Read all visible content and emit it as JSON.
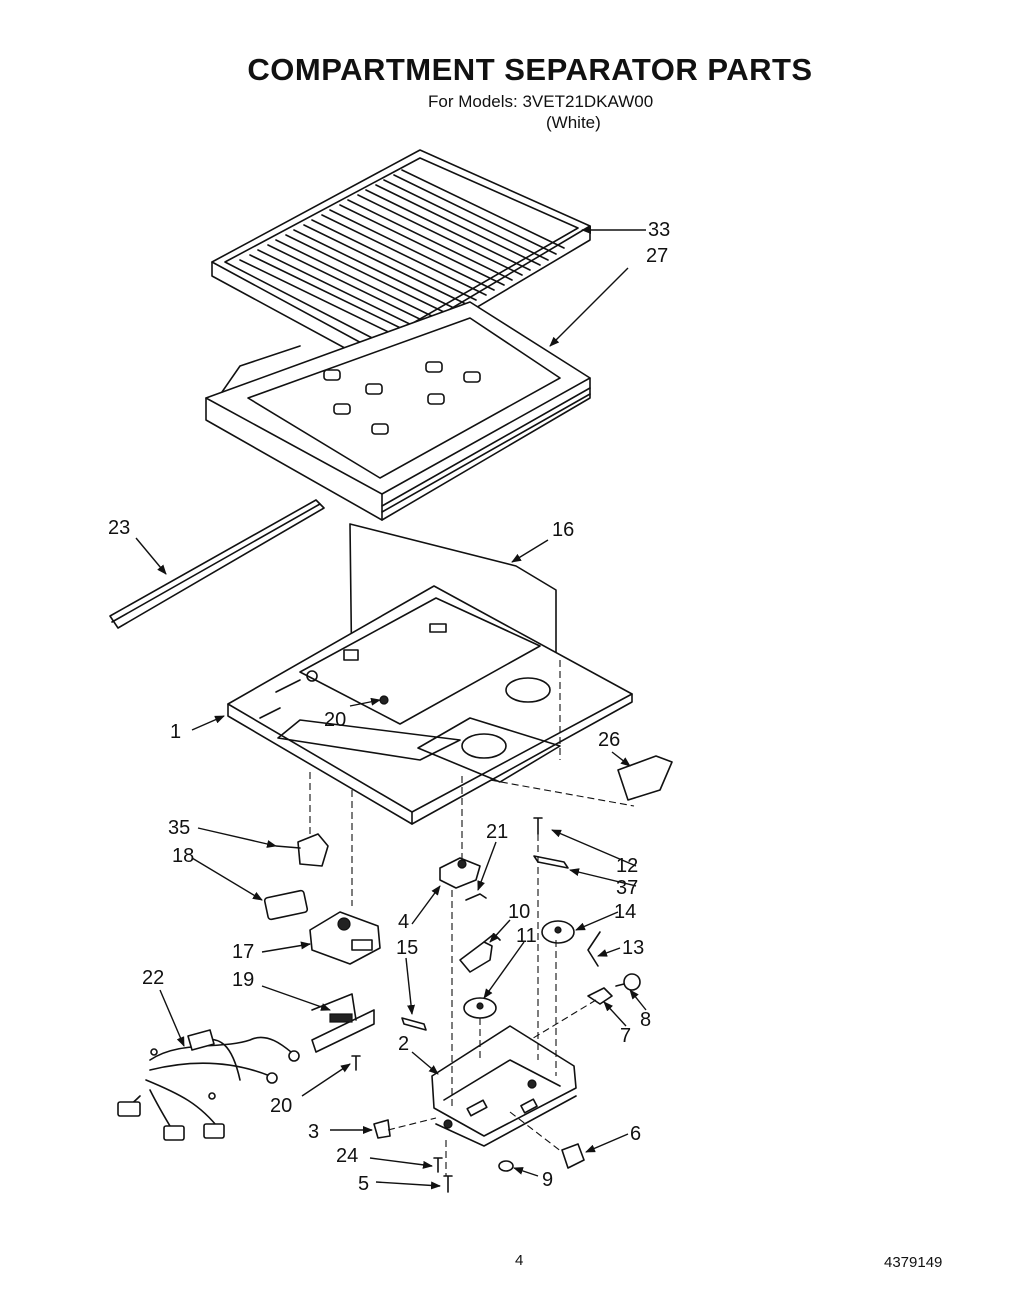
{
  "header": {
    "title": "COMPARTMENT SEPARATOR PARTS",
    "models": "For Models: 3VET21DKAW00",
    "color": "(White)"
  },
  "footer": {
    "page_number": "4",
    "document_number": "4379149"
  },
  "callouts": {
    "c1": "1",
    "c2": "2",
    "c3": "3",
    "c4": "4",
    "c5": "5",
    "c6": "6",
    "c7": "7",
    "c8": "8",
    "c9": "9",
    "c10": "10",
    "c11": "11",
    "c12": "12",
    "c13": "13",
    "c14": "14",
    "c15": "15",
    "c16": "16",
    "c17": "17",
    "c18": "18",
    "c19": "19",
    "c20a": "20",
    "c20b": "20",
    "c21": "21",
    "c22": "22",
    "c23": "23",
    "c24": "24",
    "c26": "26",
    "c27": "27",
    "c33": "33",
    "c35": "35",
    "c37": "37"
  }
}
